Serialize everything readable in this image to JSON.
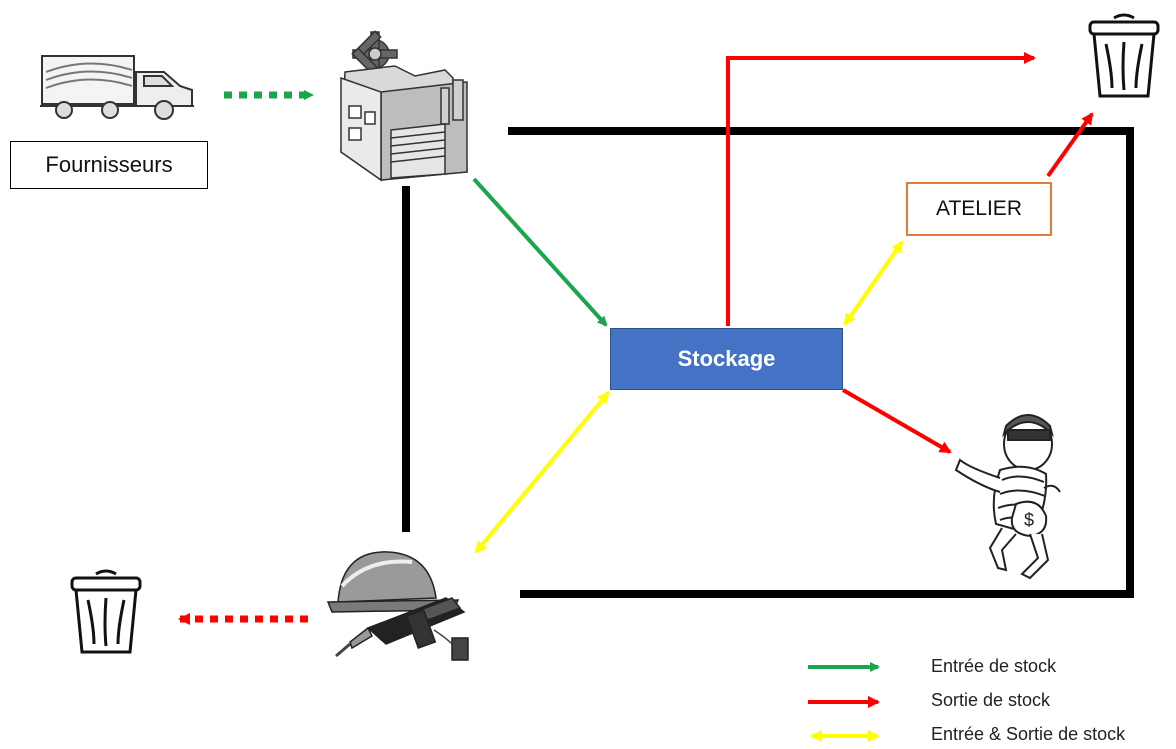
{
  "nodes": {
    "fournisseurs": "Fournisseurs",
    "stockage": "Stockage",
    "atelier": "ATELIER"
  },
  "icons": {
    "truck": "truck-icon",
    "factory": "factory-icon",
    "trash_top": "trash-bin-icon",
    "trash_left": "trash-bin-icon",
    "thief": "thief-icon",
    "tools": "hard-hat-and-drill-icon"
  },
  "legend": [
    {
      "label": "Entrée de stock",
      "color": "#1aa64a"
    },
    {
      "label": "Sortie de stock",
      "color": "#ff0000"
    },
    {
      "label": "Entrée & Sortie de stock",
      "color": "#ffff00"
    }
  ],
  "colors": {
    "entree": "#1aa64a",
    "sortie": "#ff0000",
    "entree_sortie": "#ffff00",
    "stockage_fill": "#4472c4",
    "atelier_border": "#e07b39",
    "boundary": "#000000"
  }
}
